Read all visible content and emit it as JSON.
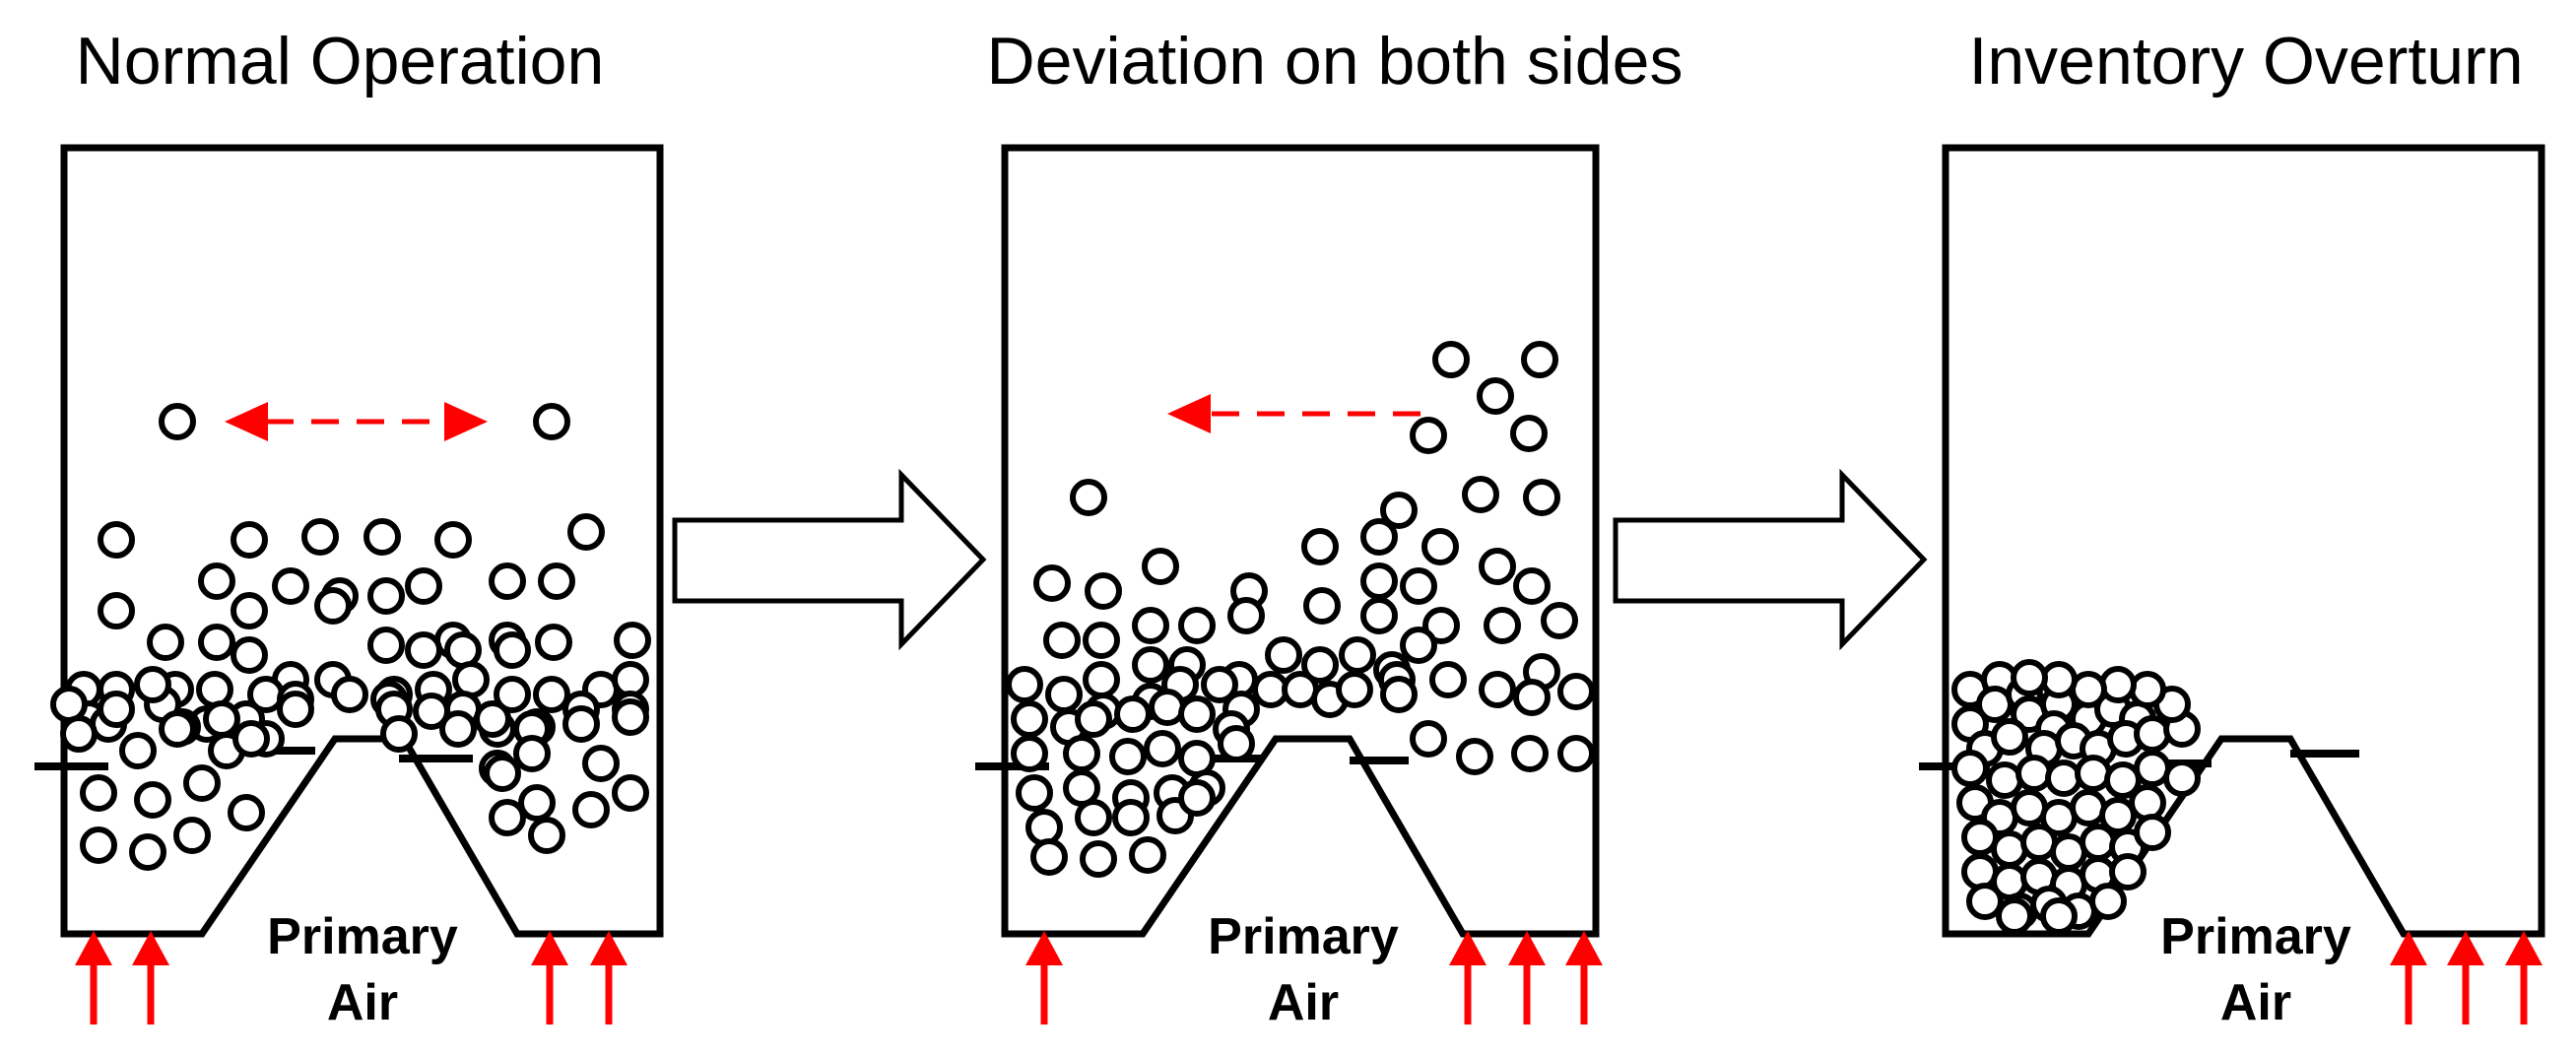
{
  "panels": [
    {
      "title": "Normal Operation",
      "label_line1": "Primary",
      "label_line2": "Air"
    },
    {
      "title": "Deviation on both sides",
      "label_line1": "Primary",
      "label_line2": "Air"
    },
    {
      "title": "Inventory Overturn",
      "label_line1": "Primary",
      "label_line2": "Air"
    }
  ],
  "colors": {
    "air_arrow": "#ff0000",
    "outline": "#000000",
    "particle_fill": "#ffffff"
  }
}
